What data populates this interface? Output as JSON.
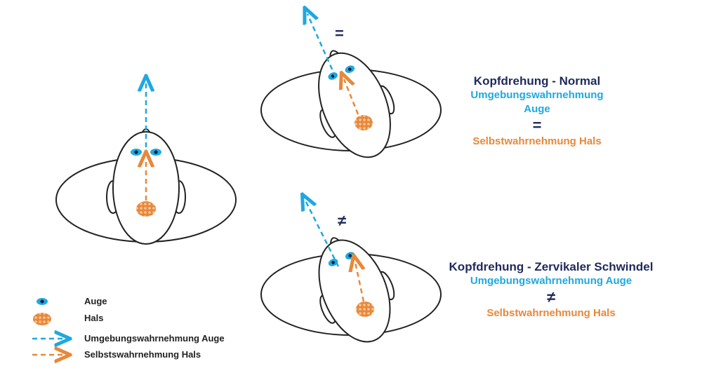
{
  "colors": {
    "eye_blue": "#1fa8e0",
    "neck_orange": "#e8883a",
    "title_navy": "#1f2a5c",
    "outline": "#222222"
  },
  "icons": [
    "eye-icon",
    "neck-icon",
    "eye-perception-arrow-icon",
    "self-perception-arrow-icon"
  ],
  "panels": {
    "normal": {
      "title": "Kopfdrehung - Normal",
      "eye_line": "Umgebungswahrnehmung Auge",
      "symbol": "=",
      "neck_line": "Selbstwahrnehmung Hals",
      "figure_symbol": "="
    },
    "cervical": {
      "title": "Kopfdrehung - Zervikaler Schwindel",
      "eye_line": "Umgebungswahrnehmung Auge",
      "symbol": "≠",
      "neck_line": "Selbstwahrnehmung Hals",
      "figure_symbol": "≠"
    }
  },
  "legend": {
    "eye": "Auge",
    "neck": "Hals",
    "eye_perception": "Umgebungswahrnehmung Auge",
    "self_perception": "Selbstswahrnehmung Hals"
  }
}
